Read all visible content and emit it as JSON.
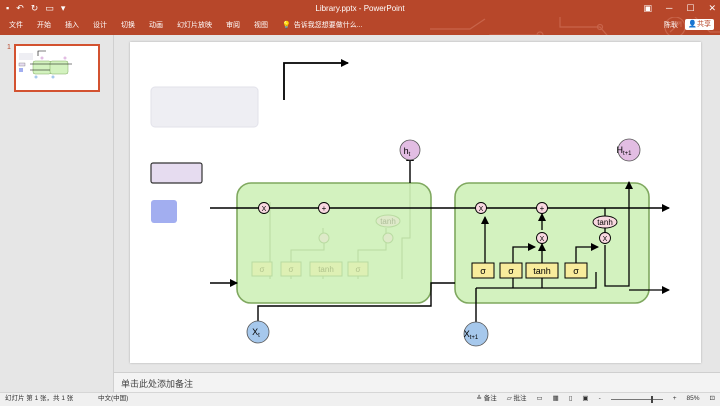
{
  "window": {
    "title": "Library.pptx - PowerPoint",
    "quick_access": [
      "save-icon",
      "undo-icon",
      "redo-icon",
      "present-icon",
      "customize-icon"
    ],
    "controls": [
      "ribbon-options-icon",
      "minimize-icon",
      "maximize-icon",
      "close-icon"
    ]
  },
  "ribbon": {
    "tabs": [
      "文件",
      "开始",
      "插入",
      "设计",
      "切换",
      "动画",
      "幻灯片放映",
      "审阅",
      "视图"
    ],
    "tell_me": "告诉我您想要做什么...",
    "user": "陈耿",
    "share": "共享"
  },
  "thumbnails": {
    "slide_number": "1"
  },
  "slide": {
    "labels": {
      "h_t": "h",
      "h_t_sub": "t",
      "H_t1": "H",
      "H_t1_sub": "t+1",
      "x_t": "X",
      "x_t_sub": "t",
      "x_t1": "X",
      "x_t1_sub": "t+1",
      "sigma": "σ",
      "tanh": "tanh",
      "mult": "X",
      "add": "+"
    },
    "colors": {
      "cell_fill": "#d3f2bf",
      "cell_stroke": "#7fa85f",
      "gate_fill": "#f8ec9c",
      "node_fill": "#f8d8e0",
      "h_fill": "#e2bde3",
      "x_fill": "#a6c8ec",
      "legend_gray": "#eeeef3",
      "legend_purple": "#e6dcf0",
      "legend_blue": "#a2aef0"
    }
  },
  "notes": {
    "placeholder": "单击此处添加备注"
  },
  "status": {
    "slide_info": "幻灯片 第 1 张，共 1 张",
    "language": "中文(中国)",
    "notes_btn": "备注",
    "comments_btn": "批注",
    "zoom": "85%",
    "zoom_minus": "-",
    "zoom_plus": "+"
  }
}
